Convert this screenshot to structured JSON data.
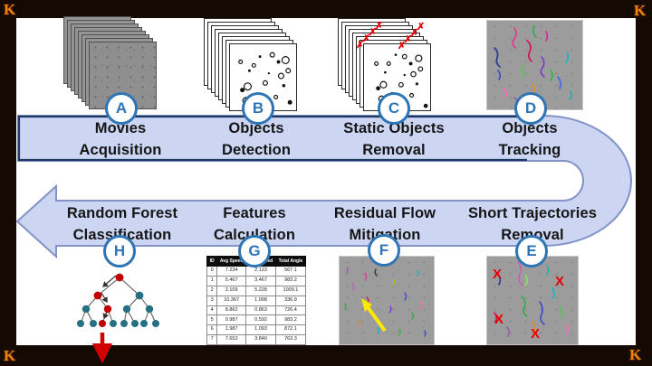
{
  "branding": {
    "logo_letter": "K"
  },
  "slide": {
    "pipeline_top": [
      {
        "id": "A",
        "line1": "Movies",
        "line2": "Acquisition"
      },
      {
        "id": "B",
        "line1": "Objects",
        "line2": "Detection"
      },
      {
        "id": "C",
        "line1": "Static Objects",
        "line2": "Removal"
      },
      {
        "id": "D",
        "line1": "Objects",
        "line2": "Tracking"
      }
    ],
    "pipeline_bottom": [
      {
        "id": "H",
        "line1": "Random Forest",
        "line2": "Classification"
      },
      {
        "id": "G",
        "line1": "Features",
        "line2": "Calculation"
      },
      {
        "id": "F",
        "line1": "Residual Flow",
        "line2": "Mitigation"
      },
      {
        "id": "E",
        "line1": "Short Trajectories",
        "line2": "Removal"
      }
    ],
    "symbols": {
      "stack_x": "✗",
      "photo_x": "X"
    },
    "features_table": {
      "headers": [
        "ID",
        "Avg Speed",
        "Med Speed",
        "Total Angle"
      ],
      "rows": [
        [
          "0",
          "7.234",
          "2.123",
          "567.1"
        ],
        [
          "1",
          "5.467",
          "3.467",
          "983.2"
        ],
        [
          "2",
          "2.109",
          "5.228",
          "1009.1"
        ],
        [
          "3",
          "10.367",
          "1.098",
          "336.9"
        ],
        [
          "4",
          "8.862",
          "0.863",
          "726.4"
        ],
        [
          "5",
          "0.987",
          "0.592",
          "983.2"
        ],
        [
          "6",
          "1.987",
          "1.093",
          "872.1"
        ],
        [
          "7",
          "7.653",
          "3.840",
          "763.3"
        ]
      ]
    },
    "colors": {
      "band_fill": "#ccd6f3",
      "band_stroke": "#8293c7",
      "top_band_border": "#1f3864",
      "badge_blue": "#2e75b6",
      "mark_red": "#e00000",
      "tree_red": "#c00000",
      "tree_teal": "#257082",
      "flow_arrow_yellow": "#ffe800",
      "logo_orange": "#e8820c"
    }
  }
}
